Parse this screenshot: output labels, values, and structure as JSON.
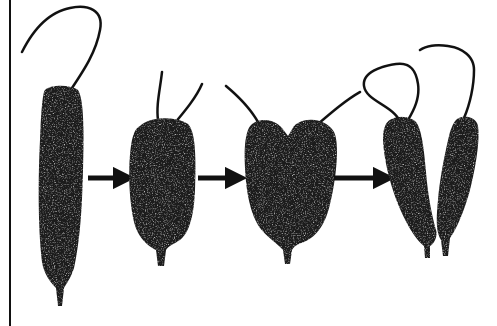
{
  "figure": {
    "stages": [
      {
        "id": "stage-1",
        "icon": "elongated-cell-icon",
        "flagella": 1
      },
      {
        "id": "stage-2",
        "icon": "widening-cell-icon",
        "flagella": 2
      },
      {
        "id": "stage-3",
        "icon": "bilobed-cell-icon",
        "flagella": 2
      },
      {
        "id": "stage-4",
        "icon": "daughter-cells-icon",
        "flagella": 2
      }
    ],
    "arrows": [
      {
        "from": "stage-1",
        "to": "stage-2"
      },
      {
        "from": "stage-2",
        "to": "stage-3"
      },
      {
        "from": "stage-3",
        "to": "stage-4"
      }
    ],
    "colors": {
      "cell_fill": "#1a1a1a",
      "texture": "#8a8a8a",
      "line": "#111111",
      "background": "#ffffff"
    }
  }
}
